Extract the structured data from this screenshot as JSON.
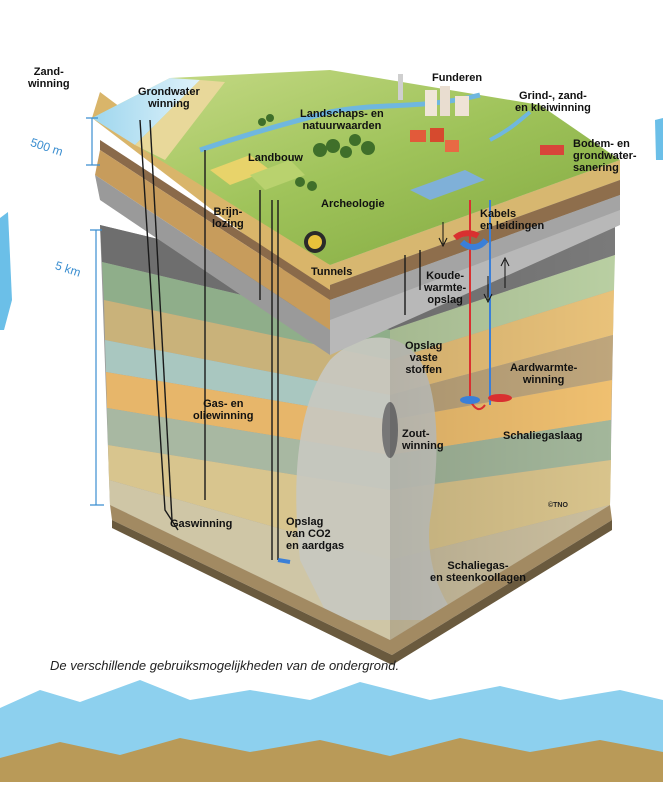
{
  "labels": {
    "zandwinning": "Zand-\nwinning",
    "grondwaterwinning": "Grondwater\nwinning",
    "funderen": "Funderen",
    "grindwinning": "Grind-, zand-\nen kleiwinning",
    "landschap": "Landschaps- en\nnatuurwaarden",
    "landbouw": "Landbouw",
    "bodemsanering": "Bodem- en\ngrondwater-\nsanering",
    "brijnlozing": "Brijn-\nlozing",
    "archeologie": "Archeologie",
    "kabels": "Kabels\nen leidingen",
    "tunnels": "Tunnels",
    "koudewarmte": "Koude-\nwarmte-\nopslag",
    "opslagvast": "Opslag\nvaste\nstoffen",
    "aardwarmte": "Aardwarmte-\nwinning",
    "gasolie": "Gas- en\noliewinning",
    "zoutwinning": "Zout-\nwinning",
    "schaliegaslaag": "Schaliegaslaag",
    "gaswinning": "Gaswinning",
    "opslagco2": "Opslag\nvan CO2\nen aardgas",
    "schaliegaslagen": "Schaliegas-\nen steenkoollagen"
  },
  "scale": {
    "top": "500 m",
    "bottom": "5 km"
  },
  "copyright": "©TNO",
  "caption": "De verschillende gebruiksmogelijkheden van de ondergrond.",
  "colors": {
    "water_blue": "#8dd0ee",
    "mountain_brown": "#b99a58",
    "scale_blue": "#3b8ed0"
  }
}
